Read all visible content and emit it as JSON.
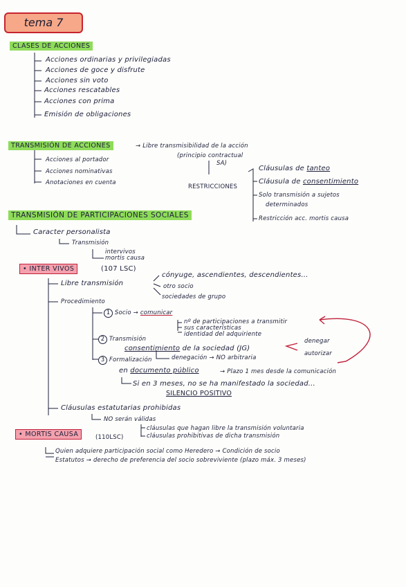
{
  "title": "tema 7",
  "clases": {
    "heading": "CLASES DE ACCIONES",
    "items": [
      "Acciones ordinarias y privilegiadas",
      "Acciones de goce y disfrute",
      "Acciones sin voto",
      "Acciones rescatables",
      "Acciones con prima",
      "Emisión de obligaciones"
    ]
  },
  "transmision_acciones": {
    "heading": "TRANSMISIÓN DE ACCIONES",
    "libre": "Libre transmisibilidad de la acción",
    "principio": "(principio contractual",
    "sa": "SA)",
    "items": [
      "Acciones al portador",
      "Acciones nominativas",
      "Anotaciones en cuenta"
    ],
    "restricciones": "RESTRICCIONES",
    "restr_items": {
      "tanteo_prefix": "Cláusulas de ",
      "tanteo": "tanteo",
      "consent_prefix": "Cláusula de ",
      "consent": "consentimiento",
      "solo1": "Solo transmisión a sujetos",
      "solo2": "determinados",
      "mortis": "Restricción acc. mortis causa"
    }
  },
  "participaciones": {
    "heading": "TRANSMISIÓN DE PARTICIPACIONES SOCIALES",
    "caracter": "Caracter personalista",
    "transmision": "Transmisión",
    "intervivos": "intervivos",
    "mortis": "mortis causa",
    "inter_vivos": {
      "heading": "• INTER VIVOS",
      "ref": "(107 LSC)",
      "libre": "Libre transmisión",
      "conyuge": "cónyuge, ascendientes, descendientes...",
      "otro": "otro socio",
      "grupo": "sociedades de grupo",
      "procedimiento": "Procedimiento",
      "socio_num": "1",
      "socio": "Socio",
      "comunicar": "comunicar",
      "n_part": "nº de participaciones a transmitir",
      "caract": "sus características",
      "ident": "identidad del adquiriente",
      "paso2_num": "2",
      "paso2": "Transmisión",
      "consent_prefix": "",
      "consent": "consentimiento",
      "consent_suffix": " de la sociedad (JG)",
      "denegacion": "denegación → NO arbitraria",
      "denegar": "denegar",
      "autorizar": "autorizar",
      "paso3_num": "3",
      "paso3": "Formalización",
      "en_doc_prefix": "en ",
      "en_doc": "documento público",
      "plazo": "→ Plazo 1 mes desde la comunicación",
      "si3": "Si en 3 meses, no se ha manifestado la sociedad...",
      "silencio": "SILENCIO POSITIVO",
      "clausulas": "Cláusulas estatutarias prohibidas",
      "no_validas": "NO serán válidas",
      "cl1": "cláusulas que hagan libre la transmisión voluntaria",
      "cl2": "cláusulas prohibitivas de dicha transmisión"
    },
    "mortis_causa": {
      "heading": "• MORTIS CAUSA",
      "ref": "(110LSC)",
      "quien": "Quien adquiere participación social como Heredero → Condición de socio",
      "estatutos": "Estatutos → derecho de preferencia del socio sobreviviente (plazo máx. 3 meses)"
    }
  },
  "colors": {
    "green_highlight": "#8fdc5a",
    "pink_highlight": "#f4a1ad",
    "title_box": "#f6a889",
    "ink": "#1c1f3a",
    "red_ink": "#c0203a"
  }
}
